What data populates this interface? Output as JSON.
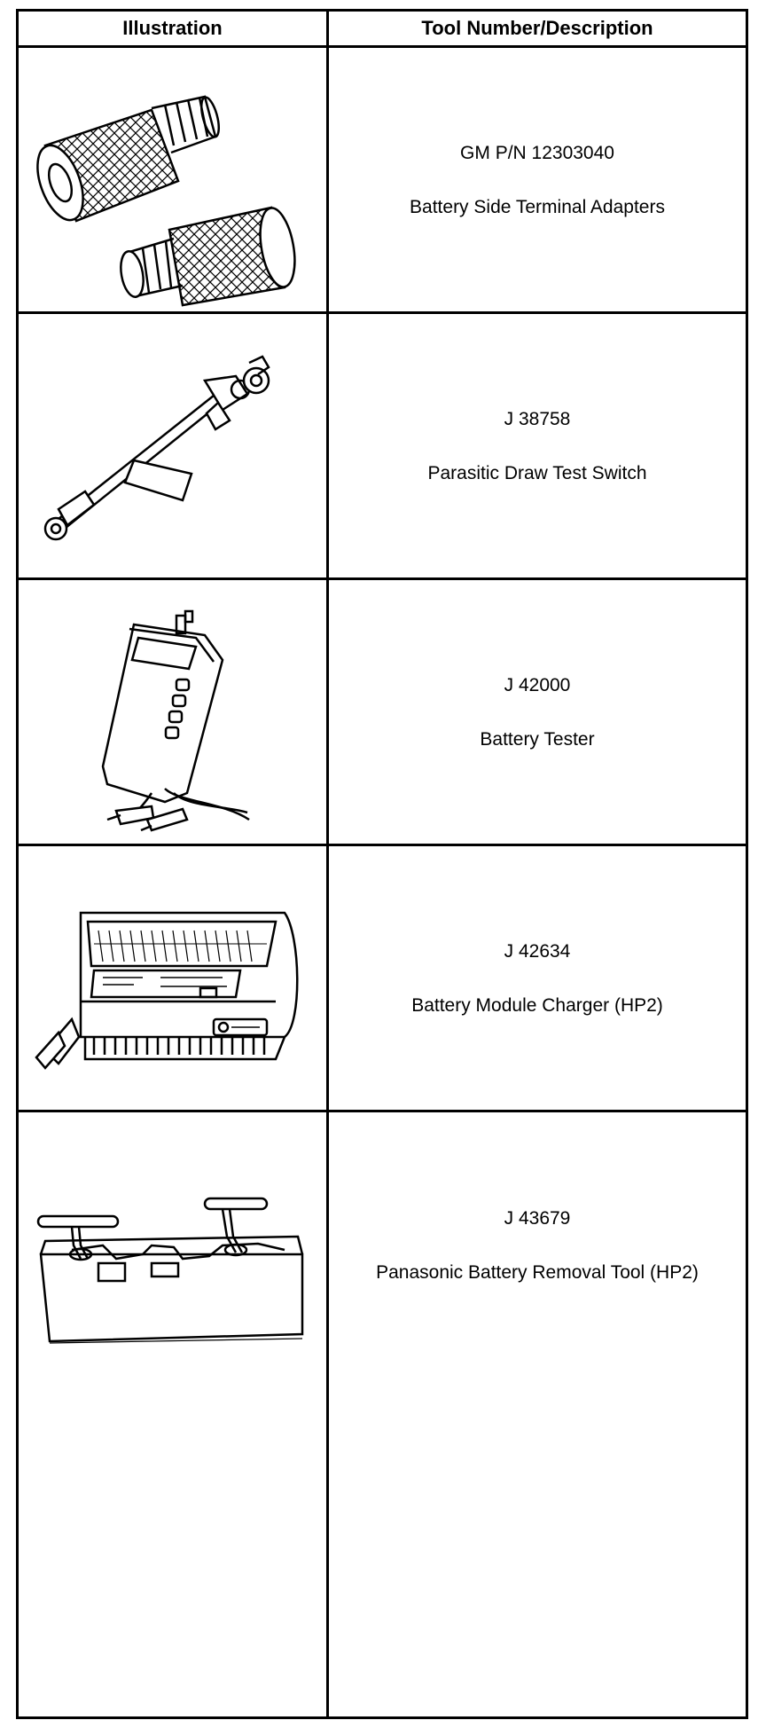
{
  "table": {
    "headers": {
      "illustration": "Illustration",
      "tool": "Tool Number/Description"
    },
    "rows": [
      {
        "number": "GM P/N 12303040",
        "description": "Battery Side Terminal Adapters",
        "icon": "terminal-adapters-icon"
      },
      {
        "number": "J 38758",
        "description": "Parasitic Draw Test Switch",
        "icon": "test-switch-icon"
      },
      {
        "number": "J 42000",
        "description": "Battery Tester",
        "icon": "battery-tester-icon"
      },
      {
        "number": "J 42634",
        "description": "Battery Module Charger (HP2)",
        "icon": "battery-charger-icon"
      },
      {
        "number": "J 43679",
        "description": "Panasonic Battery Removal Tool (HP2)",
        "icon": "battery-removal-tool-icon"
      }
    ]
  }
}
